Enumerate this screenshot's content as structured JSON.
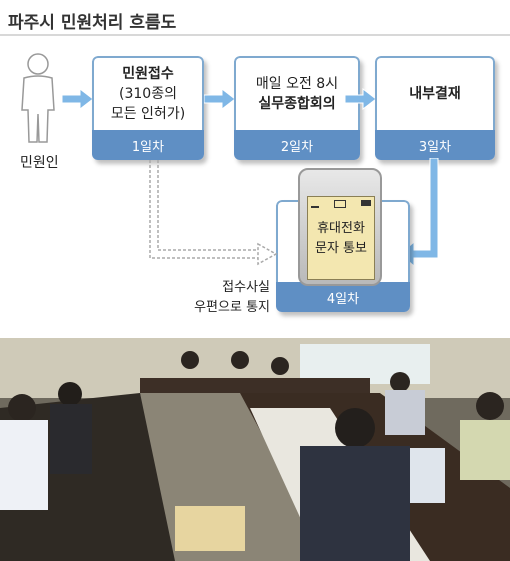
{
  "title": "파주시 민원처리 흐름도",
  "person_label": "민원인",
  "steps": [
    {
      "line1": "민원접수",
      "line2": "(310종의",
      "line3": "모든 인허가)",
      "day": "1일차"
    },
    {
      "line1": "매일 오전 8시",
      "line2": "실무종합회의",
      "day": "2일차"
    },
    {
      "line1": "내부결재",
      "day": "3일차"
    },
    {
      "phone_line1": "휴대전화",
      "phone_line2": "문자 통보",
      "day": "4일차"
    }
  ],
  "mail_note": {
    "line1": "접수사실",
    "line2": "우편으로 통지"
  },
  "colors": {
    "card_blue": "#5f8fc4",
    "card_border": "#7fa9cf",
    "arrow_blue": "#7fb7e6",
    "phone_screen": "#f3e7b0"
  }
}
